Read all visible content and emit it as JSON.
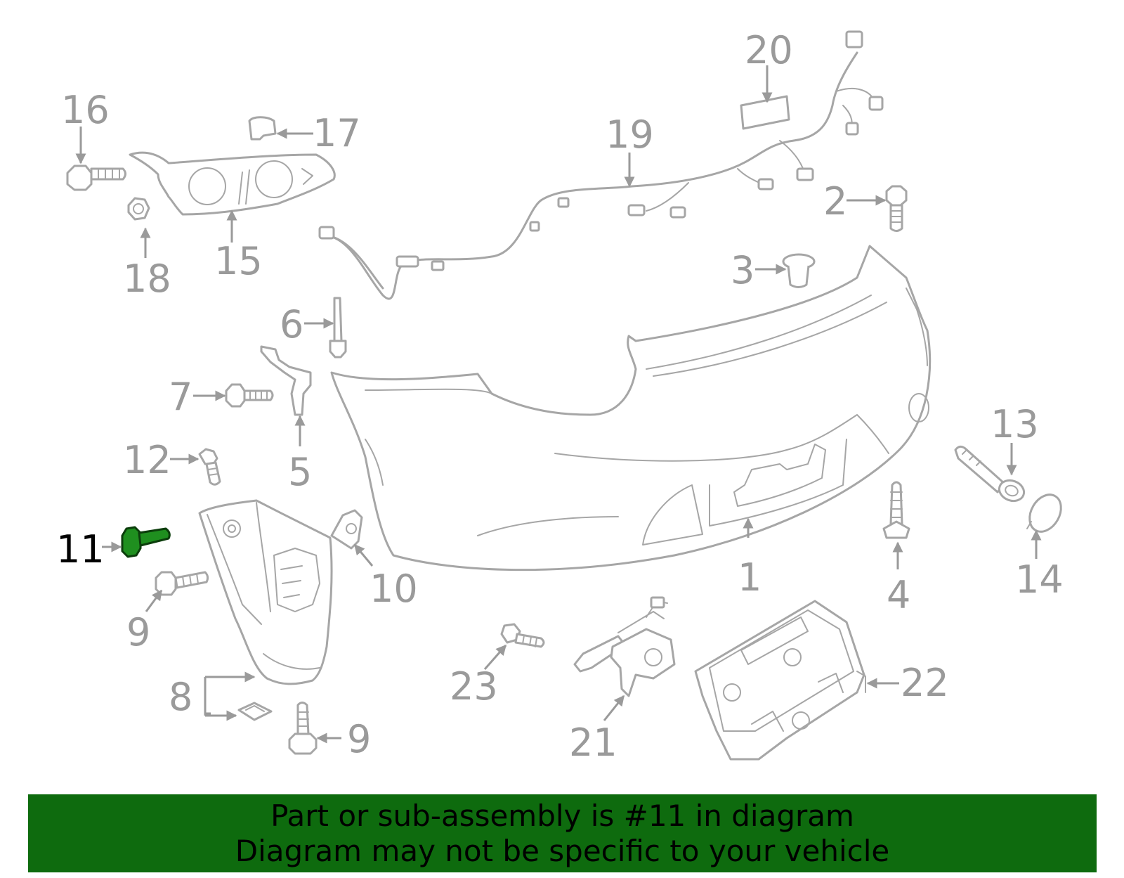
{
  "diagram": {
    "highlighted_part": "11",
    "highlight_color": "#1f8f1f",
    "part_color": "#a6a6a6",
    "callouts": {
      "c1": "1",
      "c2": "2",
      "c3": "3",
      "c4": "4",
      "c5": "5",
      "c6": "6",
      "c7": "7",
      "c8": "8",
      "c9a": "9",
      "c9b": "9",
      "c10": "10",
      "c11": "11",
      "c12": "12",
      "c13": "13",
      "c14": "14",
      "c15": "15",
      "c16": "16",
      "c17": "17",
      "c18": "18",
      "c19": "19",
      "c20": "20",
      "c21": "21",
      "c22": "22",
      "c23": "23"
    }
  },
  "banner": {
    "background": "#0e6b0e",
    "line1": "Part or sub-assembly is #11 in diagram",
    "line2": "Diagram may not be specific to your vehicle"
  }
}
